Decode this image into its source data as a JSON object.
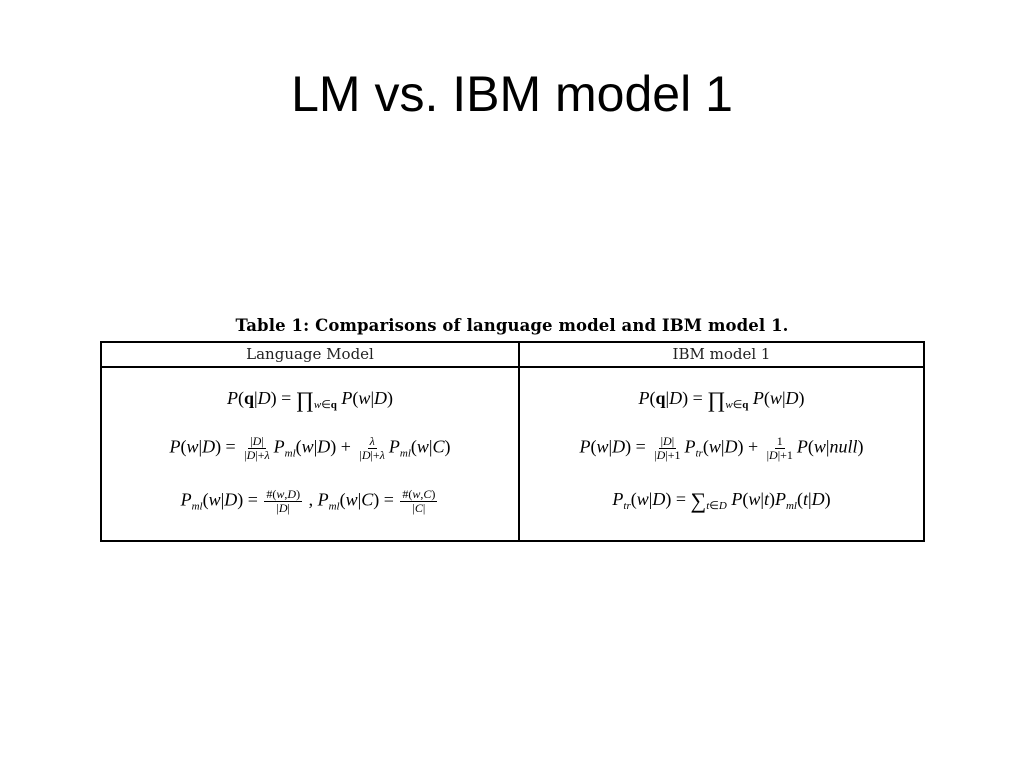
{
  "slide": {
    "title": "LM vs. IBM model 1"
  },
  "table": {
    "caption": "Table 1: Comparisons of language model and IBM model 1.",
    "headers": [
      "Language Model",
      "IBM model 1"
    ],
    "left_rows": [
      "P(q|D) = ∏w∈q P(w|D)",
      "P(w|D) = |D|/(|D|+λ) Pml(w|D) + λ/(|D|+λ) Pml(w|C)",
      "Pml(w|D) = #(w,D)/|D| , Pml(w|C) = #(w,C)/|C|"
    ],
    "right_rows": [
      "P(q|D) = ∏w∈q P(w|D)",
      "P(w|D) = |D|/(|D|+1) Ptr(w|D) + 1/(|D|+1) P(w|null)",
      "Ptr(w|D) = ∑t∈D P(w|t)Pml(t|D)"
    ]
  }
}
